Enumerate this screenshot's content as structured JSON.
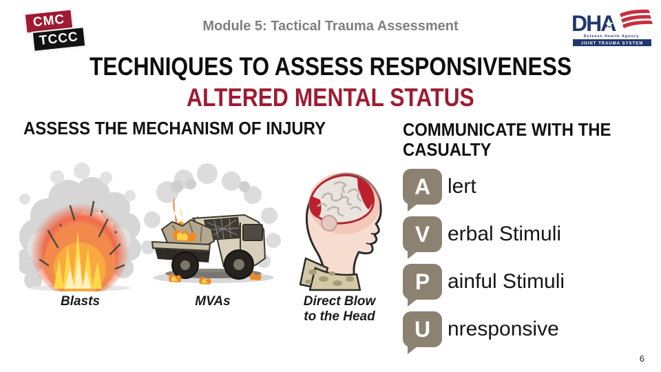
{
  "header": {
    "cmc_logo": {
      "top": "CMC",
      "bottom": "TCCC"
    },
    "module_title": "Module 5: Tactical Trauma Assessment",
    "dha_logo": {
      "acronym": "DHA",
      "tagline": "Defense Health Agency",
      "banner": "JOINT TRAUMA SYSTEM"
    }
  },
  "title": {
    "line1": "TECHNIQUES TO ASSESS RESPONSIVENESS",
    "line2": "ALTERED MENTAL STATUS"
  },
  "mechanism": {
    "heading": "ASSESS THE MECHANISM OF INJURY",
    "items": [
      {
        "icon": "explosion-illustration",
        "label": "Blasts"
      },
      {
        "icon": "crashed-vehicle-illustration",
        "label": "MVAs"
      },
      {
        "icon": "head-brain-injury-illustration",
        "label": "Direct Blow to the Head"
      }
    ]
  },
  "communicate": {
    "heading_line1": "COMMUNICATE WITH THE",
    "heading_line2": "CASUALTY",
    "avpu": [
      {
        "letter": "A",
        "rest": "lert"
      },
      {
        "letter": "V",
        "rest": "erbal Stimuli"
      },
      {
        "letter": "P",
        "rest": "ainful Stimuli"
      },
      {
        "letter": "U",
        "rest": "nresponsive"
      }
    ]
  },
  "footer": {
    "page_number": "6"
  },
  "colors": {
    "accent_red": "#9e1b32",
    "header_gray": "#7f7f7f",
    "bubble_tan": "#8b8271",
    "dha_navy": "#20386b",
    "flag_red": "#c52f3e",
    "smoke_gray": "#d6d6d6",
    "fire_orange": "#f28a4c",
    "fire_yellow": "#ffd84a"
  }
}
